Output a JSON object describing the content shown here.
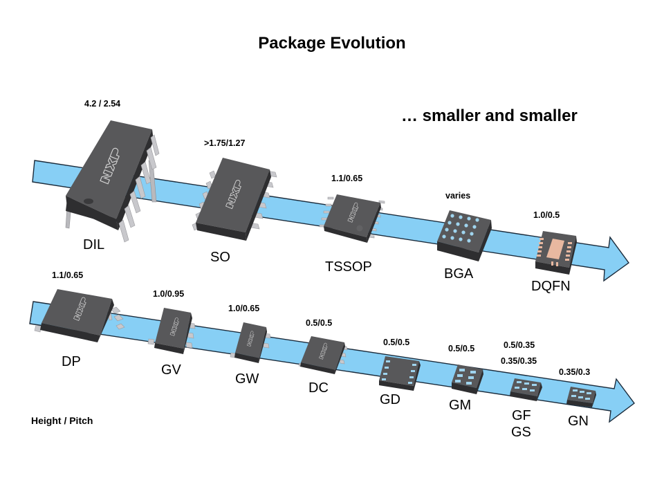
{
  "title": "Package Evolution",
  "subtitle": "… smaller and smaller",
  "legend": "Height / Pitch",
  "colors": {
    "arrow_fill": "#87cff5",
    "arrow_stroke": "#1a2a3a",
    "chip": "#4a4a4c",
    "pad_blue": "#9fd4ee",
    "pad_copper": "#e8b8a0"
  },
  "rows": [
    {
      "name": "top-row",
      "packages": [
        {
          "label": "DIL",
          "dimension": "4.2 / 2.54",
          "icon": "dil-chip-icon"
        },
        {
          "label": "SO",
          "dimension": ">1.75/1.27",
          "icon": "so-chip-icon"
        },
        {
          "label": "TSSOP",
          "dimension": "1.1/0.65",
          "icon": "tssop-chip-icon"
        },
        {
          "label": "BGA",
          "dimension": "varies",
          "icon": "bga-chip-icon"
        },
        {
          "label": "DQFN",
          "dimension": "1.0/0.5",
          "icon": "dqfn-chip-icon"
        }
      ]
    },
    {
      "name": "bottom-row",
      "packages": [
        {
          "label": "DP",
          "dimension": "1.1/0.65",
          "icon": "dp-chip-icon"
        },
        {
          "label": "GV",
          "dimension": "1.0/0.95",
          "icon": "gv-chip-icon"
        },
        {
          "label": "GW",
          "dimension": "1.0/0.65",
          "icon": "gw-chip-icon"
        },
        {
          "label": "DC",
          "dimension": "0.5/0.5",
          "icon": "dc-chip-icon"
        },
        {
          "label": "GD",
          "dimension": "0.5/0.5",
          "icon": "gd-chip-icon"
        },
        {
          "label": "GM",
          "dimension": "0.5/0.5",
          "icon": "gm-chip-icon"
        },
        {
          "label": "GF",
          "label2": "GS",
          "dimension": "0.5/0.35",
          "dimension2": "0.35/0.35",
          "icon": "gf-gs-chip-icon"
        },
        {
          "label": "GN",
          "dimension": "0.35/0.3",
          "icon": "gn-chip-icon"
        }
      ]
    }
  ]
}
